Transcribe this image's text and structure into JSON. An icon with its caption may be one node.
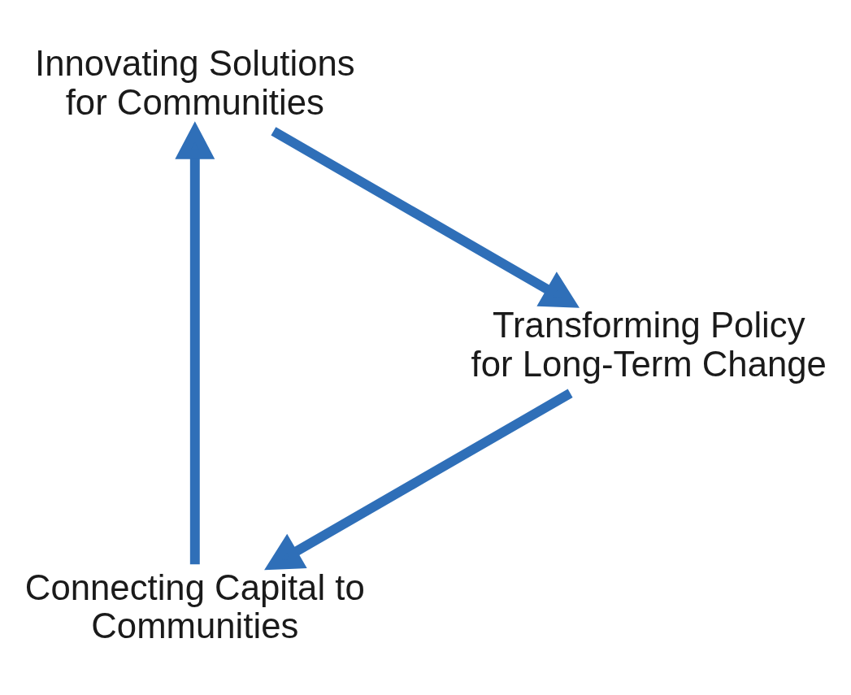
{
  "diagram": {
    "nodes": [
      {
        "text": [
          "Connecting Capital to Communities"
        ]
      },
      {
        "text": [
          "Innovating Solutions for Communities"
        ]
      },
      {
        "text": [
          "Transforming Policy for Long-Term Change"
        ]
      }
    ],
    "edges": [
      {
        "from": 0,
        "to": 1,
        "arrow": "to"
      },
      {
        "from": 1,
        "to": 2,
        "arrow": "to"
      },
      {
        "from": 2,
        "to": 0,
        "arrow": "to"
      }
    ]
  }
}
